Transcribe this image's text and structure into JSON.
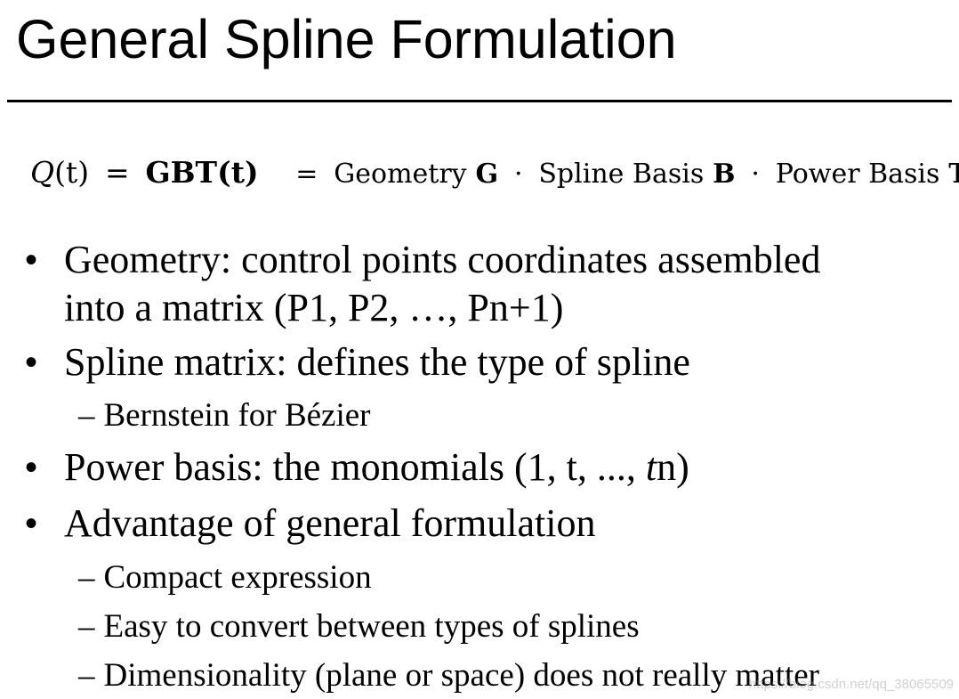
{
  "slide": {
    "title": "General Spline Formulation"
  },
  "formula": {
    "lhs_func": "Q",
    "lhs_arg": "(t)",
    "eq": "=",
    "lhs_bold": "GBT",
    "lhs_bold_arg": "(t)",
    "eq2": "=",
    "geometry_word": "Geometry",
    "geometry_symbol": "G",
    "dot1": "·",
    "spline_word": "Spline Basis",
    "spline_symbol": "B",
    "dot2": "·",
    "power_word": "Power Basis",
    "power_symbol": "T(t)"
  },
  "bullets": {
    "b1_line1": "Geometry: control points coordinates assembled",
    "b1_line2": "into a matrix (P1, P2, …, Pn+1)",
    "b2": "Spline matrix: defines the type of spline",
    "b2_sub1": "Bernstein for Bézier",
    "b3_pre": "Power basis:  the monomials (1, t, ..., ",
    "b3_it": "t",
    "b3_post": "n)",
    "b4": "Advantage of general formulation",
    "b4_sub1": "Compact expression",
    "b4_sub2": "Easy to convert between types of splines",
    "b4_sub3": "Dimensionality (plane or space) does not really matter"
  },
  "markers": {
    "bullet": "•",
    "dash": "–"
  },
  "watermark": "https://blog.csdn.net/qq_38065509"
}
